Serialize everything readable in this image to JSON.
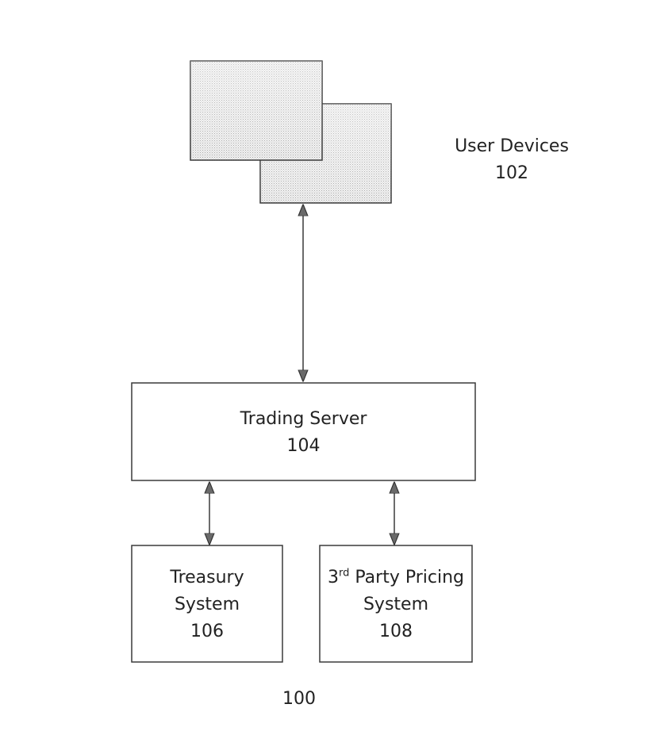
{
  "diagram": {
    "user_devices": {
      "title": "User Devices",
      "number": "102"
    },
    "trading_server": {
      "title": "Trading Server",
      "number": "104"
    },
    "treasury": {
      "line1": "Treasury",
      "line2": "System",
      "number": "106"
    },
    "pricing": {
      "prefix": "3",
      "sup": "rd",
      "line1_rest": " Party Pricing",
      "line2": "System",
      "number": "108"
    },
    "figure_number": "100"
  }
}
